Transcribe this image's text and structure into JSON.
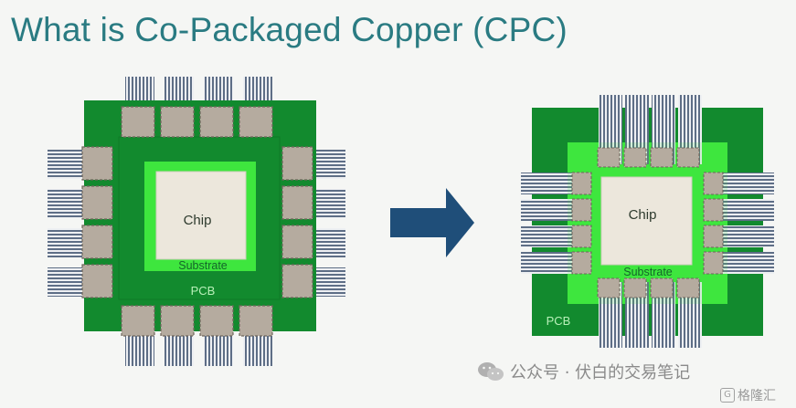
{
  "title": "What is Co-Packaged Copper (CPC)",
  "left_package": {
    "chip_label": "Chip",
    "substrate_label": "Substrate",
    "pcb_label": "PCB"
  },
  "right_package": {
    "chip_label": "Chip",
    "substrate_label": "Substrate",
    "pcb_label": "PCB"
  },
  "watermark": {
    "text": "公众号 · 伏白的交易笔记"
  },
  "source_logo": {
    "text": "格隆汇"
  },
  "colors": {
    "title": "#2a7b82",
    "pcb": "#128a2e",
    "substrate": "#3ee63e",
    "chip": "#ece7dc",
    "module": "#b5ab9f",
    "cable": "#5e6e86",
    "arrow": "#1f4e79"
  }
}
